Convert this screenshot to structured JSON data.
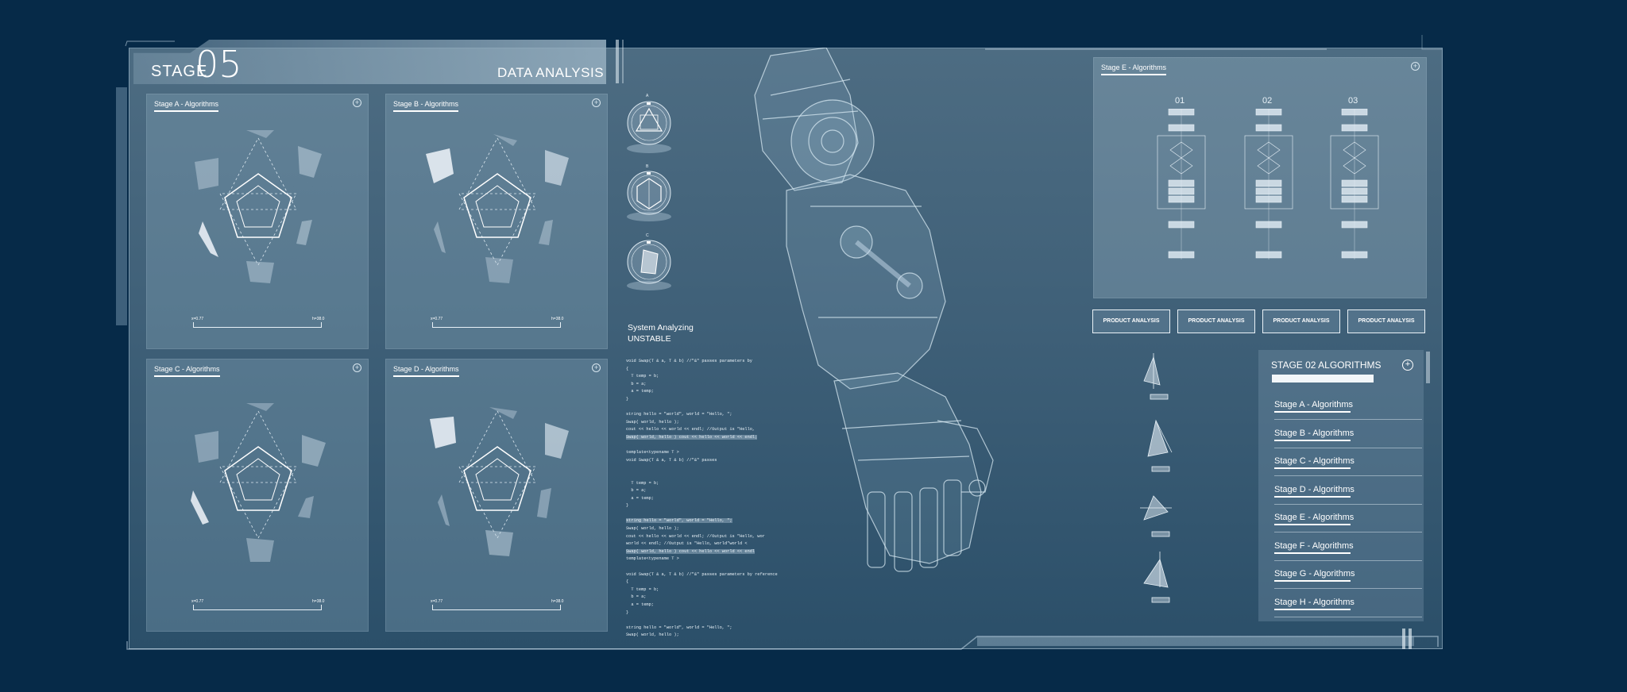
{
  "header": {
    "stage_label": "STAGE",
    "stage_number": "05",
    "section_title": "DATA ANALYSIS"
  },
  "panels": [
    {
      "title": "Stage A - Algorithms",
      "scale_left": "x=0.77",
      "scale_right": "h=38.0"
    },
    {
      "title": "Stage B - Algorithms",
      "scale_left": "x=0.77",
      "scale_right": "h=38.0"
    },
    {
      "title": "Stage C - Algorithms",
      "scale_left": "x=0.77",
      "scale_right": "h=38.0"
    },
    {
      "title": "Stage D - Algorithms",
      "scale_left": "x=0.77",
      "scale_right": "h=38.0"
    }
  ],
  "icon_labels": [
    "A",
    "B",
    "C"
  ],
  "system": {
    "line1": "System Analyzing",
    "line2": "UNSTABLE"
  },
  "code_lines": [
    "void Swap(T & a, T & b) //\"&\" passes parameters by",
    "{",
    "  T temp = b;",
    "  b = a;",
    "  a = temp;",
    "}",
    "",
    "string hello = \"world\", world = \"Hello, \";",
    "Swap( world, hello );",
    "cout << hello << world << endl; //Output is \"Hello,",
    "Swap( world, hello ) cout << hello << world << endl;",
    "",
    "template<typename T >",
    "void Swap(T & a, T & b) //\"&\" passes",
    "",
    "",
    "  T temp = b;",
    "  b = a;",
    "  a = temp;",
    "}",
    "",
    "string hello = \"world\", world = \"Hello, \";",
    "Swap( world, hello );",
    "cout << hello << world << endl; //Output is \"Hello, wor",
    "world << endl; //Output is \"Hello, world\"world <",
    "Swap( world, hello ) cout << hello << world << endl",
    "template<typename T >",
    "",
    "void Swap(T & a, T & b) //\"&\" passes parameters by reference",
    "{",
    "  T temp = b;",
    "  b = a;",
    "  a = temp;",
    "}",
    "",
    "string hello = \"world\", world = \"Hello, \";",
    "Swap( world, hello );"
  ],
  "stage_e": {
    "title": "Stage E - Algorithms",
    "columns": [
      "01",
      "02",
      "03"
    ]
  },
  "product_buttons": [
    "PRODUCT ANALYSIS",
    "PRODUCT ANALYSIS",
    "PRODUCT ANALYSIS",
    "PRODUCT ANALYSIS"
  ],
  "stage02": {
    "title": "STAGE 02 ALGORITHMS",
    "items": [
      "Stage A - Algorithms",
      "Stage B - Algorithms",
      "Stage C - Algorithms",
      "Stage D - Algorithms",
      "Stage E - Algorithms",
      "Stage F - Algorithms",
      "Stage G - Algorithms",
      "Stage H - Algorithms"
    ]
  },
  "colors": {
    "background": "#062a48",
    "frame": "#3f6078",
    "accent": "#ffffff"
  }
}
